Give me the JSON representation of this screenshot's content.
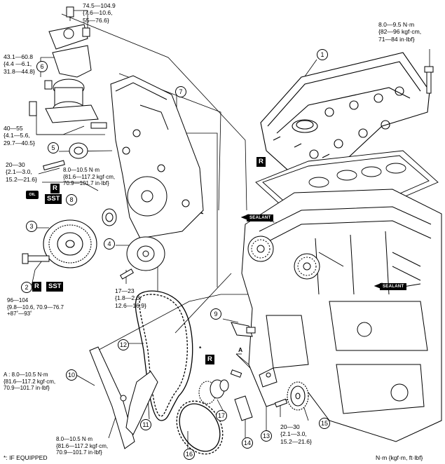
{
  "torques": {
    "t1": "74.5—104.9\n{7.6—10.6,\n55—76.6}",
    "t2": "8.0—9.5 N·m\n{82—96 kgf·cm,\n71—84 in·lbf}",
    "t3": "43.1—60.8\n{4.4 —6.1,\n31.8—44.8}",
    "t4": "40—55\n{4.1—5.6,\n29.7—40.5}",
    "t5": "20—30\n{2.1—3.0,\n15.2—21.6}",
    "t6": "8.0—10.5 N·m\n{81.6—117.2 kgf·cm,\n70.9—101.7 in·lbf}",
    "t7": "96—104\n{9.8—10.6, 70.9—76.7\n+87˚—93˚",
    "t8": "17—23\n{1.8—2.3,\n12.6—16.9}",
    "t9": "A : 8.0—10.5 N·m\n{81.6—117.2 kgf·cm,\n70.9—101.7 in·lbf}",
    "t10": "8.0—10.5 N·m\n{81.6—117.2 kgf·cm,\n70.9—101.7 in·lbf}",
    "t11": "20—30\n{2.1—3.0,\n15.2—21.6}"
  },
  "callouts": [
    "1",
    "2",
    "3",
    "4",
    "5",
    "6",
    "7",
    "8",
    "9",
    "10",
    "11",
    "12",
    "13",
    "14",
    "15",
    "16",
    "17"
  ],
  "badges": {
    "r": "R",
    "sst": "SST",
    "oil": "OIL",
    "sealant": "SEALANT",
    "a": "A",
    "asterisk": "*"
  },
  "footer": {
    "note": "*: IF EQUIPPED",
    "units": "N·m {kgf·m, ft·lbf}"
  }
}
